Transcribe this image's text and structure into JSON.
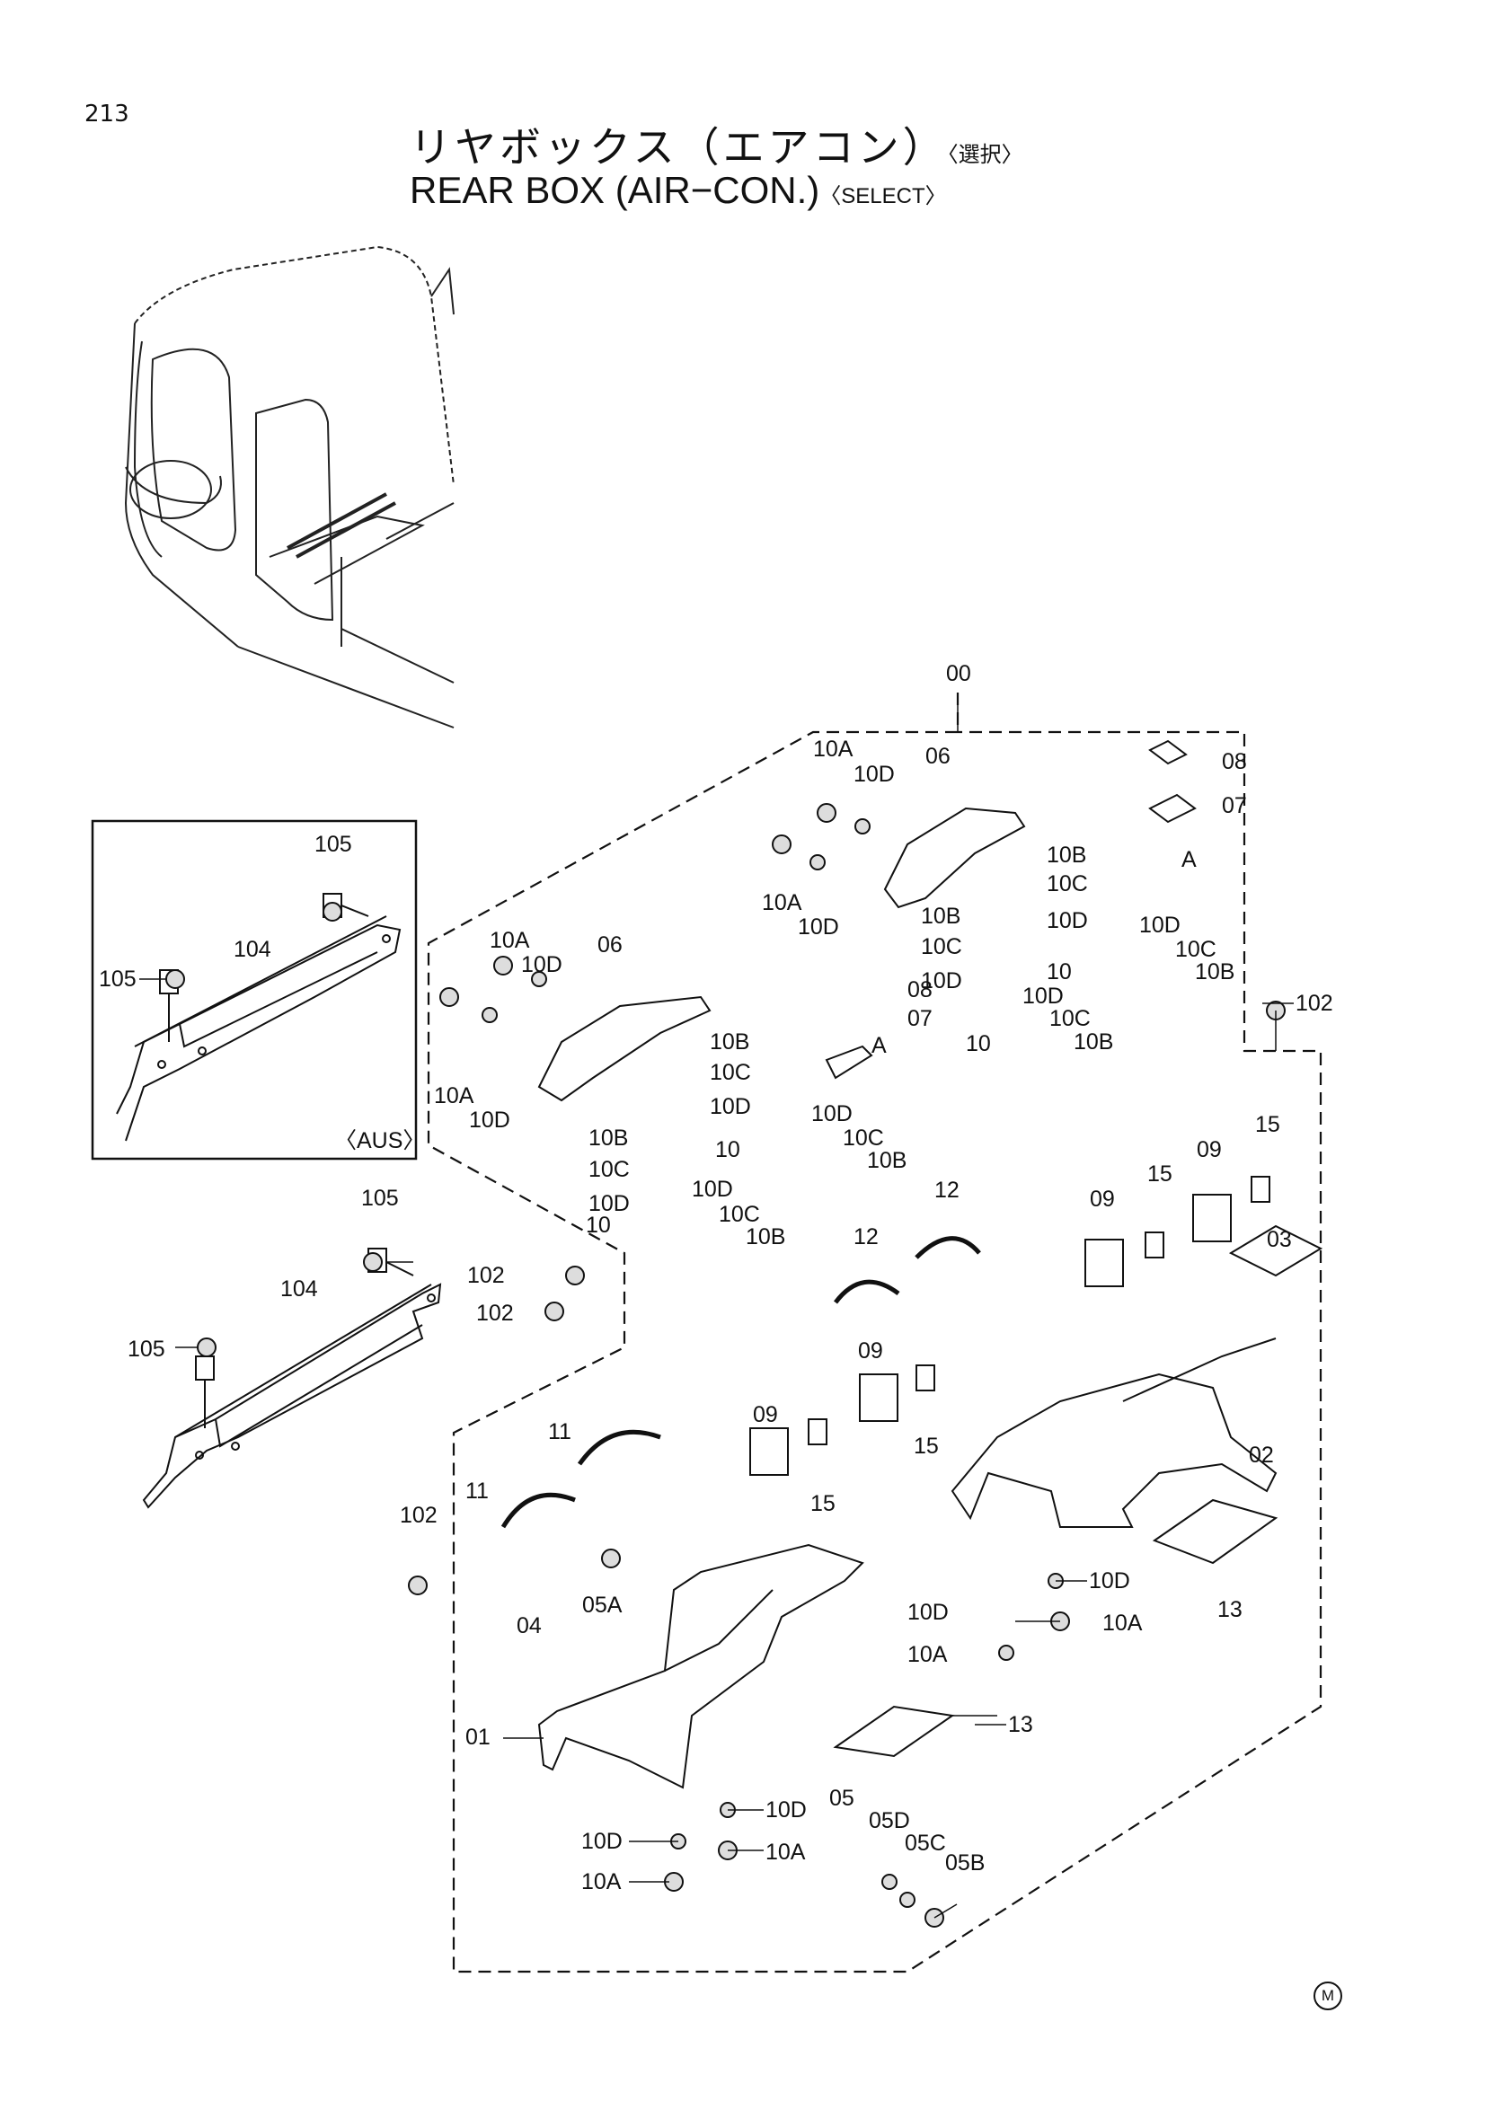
{
  "page": {
    "number": "213",
    "title_jp": "リヤボックス（エアコン）",
    "title_jp_select": "〈選択〉",
    "title_en": "REAR BOX (AIR−CON.)",
    "title_en_select": "〈SELECT〉",
    "mark": "M"
  },
  "inset": {
    "region_label": "〈AUS〉"
  },
  "callout_a": "A",
  "callouts": {
    "c00": "00",
    "c10a_1": "10A",
    "c10d_1": "10D",
    "c06_1": "06",
    "c08_1": "08",
    "c07_1": "07",
    "c10a_2": "10A",
    "c10d_2": "10D",
    "c10b_1": "10B",
    "c10c_1": "10C",
    "c10d_3": "10D",
    "c10b_2": "10B",
    "c10c_2": "10C",
    "c10d_4": "10D",
    "c10_1": "10",
    "c10d_5": "10D",
    "c10c_3": "10C",
    "c10b_3": "10B",
    "c10d_6": "10D",
    "c10c_4": "10C",
    "c10b_4": "10B",
    "c10_2": "10",
    "c102_1": "102",
    "c10a_3": "10A",
    "c10d_7": "10D",
    "c06_2": "06",
    "c10a_4": "10A",
    "c10d_8": "10D",
    "c10b_5": "10B",
    "c10c_5": "10C",
    "c10d_9": "10D",
    "c08_2": "08",
    "c07_2": "07",
    "c10b_6": "10B",
    "c10c_6": "10C",
    "c10d_10": "10D",
    "c10_3": "10",
    "c10d_11": "10D",
    "c10c_7": "10C",
    "c10b_7": "10B",
    "c10d_12": "10D",
    "c10c_8": "10C",
    "c10b_8": "10B",
    "c10_4": "10",
    "c105_1": "105",
    "c104_1": "104",
    "c105_2": "105",
    "c105_3": "105",
    "c104_2": "104",
    "c105_4": "105",
    "c102_2": "102",
    "c102_3": "102",
    "c12_1": "12",
    "c12_2": "12",
    "c09_1": "09",
    "c15_1": "15",
    "c09_2": "09",
    "c15_2": "15",
    "c03": "03",
    "c09_3": "09",
    "c15_3": "15",
    "c02": "02",
    "c11_1": "11",
    "c11_2": "11",
    "c09_4": "09",
    "c15_4": "15",
    "c102_4": "102",
    "c04": "04",
    "c05a": "05A",
    "c10d_13": "10D",
    "c10d_14": "10D",
    "c10a_5": "10A",
    "c10a_6": "10A",
    "c13_1": "13",
    "c01": "01",
    "c13_2": "13",
    "c10d_15": "10D",
    "c10d_16": "10D",
    "c10a_7": "10A",
    "c10a_8": "10A",
    "c05": "05",
    "c05d": "05D",
    "c05c": "05C",
    "c05b": "05B"
  }
}
